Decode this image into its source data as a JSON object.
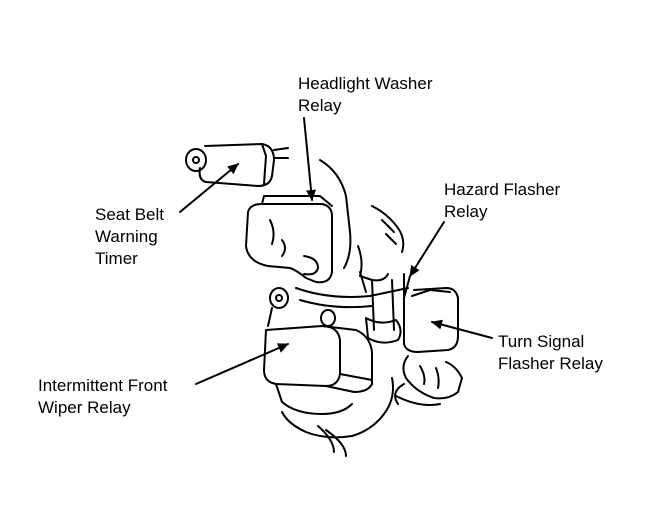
{
  "labels": {
    "headlight_washer": [
      "Headlight Washer",
      "Relay"
    ],
    "seat_belt": [
      "Seat Belt",
      "Warning",
      "Timer"
    ],
    "hazard_flasher": [
      "Hazard Flasher",
      "Relay"
    ],
    "turn_signal": [
      "Turn Signal",
      "Flasher Relay"
    ],
    "intermittent_wiper": [
      "Intermittent Front",
      "Wiper Relay"
    ]
  },
  "colors": {
    "line": "#000000",
    "background": "#ffffff"
  }
}
